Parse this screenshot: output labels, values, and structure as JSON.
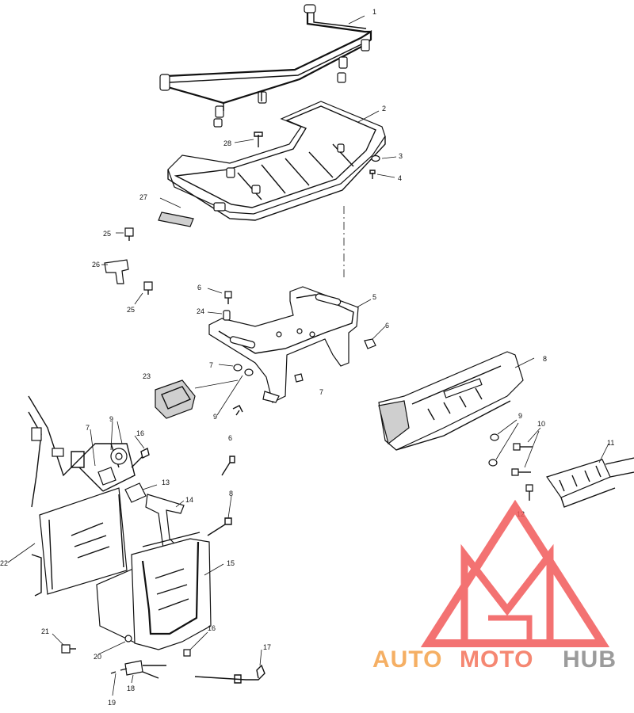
{
  "callouts": [
    "1",
    "2",
    "3",
    "4",
    "5",
    "6",
    "7",
    "8",
    "9",
    "10",
    "11",
    "12",
    "13",
    "14",
    "15",
    "16",
    "17",
    "18",
    "19",
    "20",
    "21",
    "22",
    "23",
    "24",
    "25",
    "26",
    "27",
    "28"
  ],
  "brand": {
    "word_a": "AUTO",
    "word_b": "MOTO",
    "word_c": "HUB",
    "color_a": "#f4a24a",
    "color_b": "#f4735a",
    "color_c": "#8a8a8a",
    "logo_color": "#f25a5a"
  }
}
